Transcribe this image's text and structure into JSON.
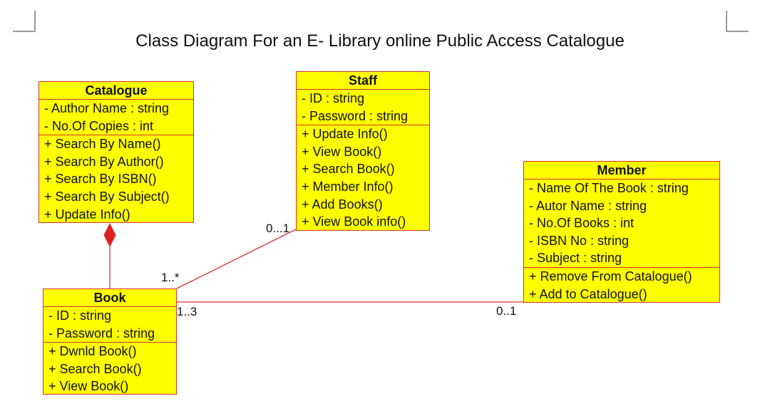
{
  "title": "Class Diagram For an E- Library online Public Access Catalogue",
  "classes": {
    "catalogue": {
      "name": "Catalogue",
      "attributes": [
        "- Author Name  : string",
        "- No.Of Copies : int"
      ],
      "methods": [
        "+ Search By Name()",
        "+ Search By Author()",
        "+ Search By ISBN()",
        "+ Search By Subject()",
        "+ Update Info()"
      ]
    },
    "staff": {
      "name": "Staff",
      "attributes": [
        "- ID : string",
        "- Password : string"
      ],
      "methods": [
        "+ Update Info()",
        "+ View Book()",
        "+ Search Book()",
        "+ Member Info()",
        "+ Add Books()",
        "+ View Book info()"
      ]
    },
    "member": {
      "name": "Member",
      "attributes": [
        "- Name Of The Book : string",
        "- Autor Name : string",
        "- No.Of Books : int",
        "- ISBN No : string",
        "- Subject : string"
      ],
      "methods": [
        "+ Remove From Catalogue()",
        "+ Add to Catalogue()"
      ]
    },
    "book": {
      "name": "Book",
      "attributes": [
        "- ID  : string",
        "- Password : string"
      ],
      "methods": [
        "+ Dwnld Book()",
        "+ Search Book()",
        "+ View Book()"
      ]
    }
  },
  "multiplicities": {
    "staff_end": "0...1",
    "book_staff_end": "1..*",
    "book_member_end": "1..3",
    "member_end": "0..1"
  },
  "colors": {
    "class_fill": "#ffff00",
    "border": "#d9312b",
    "line": "#d9312b"
  }
}
